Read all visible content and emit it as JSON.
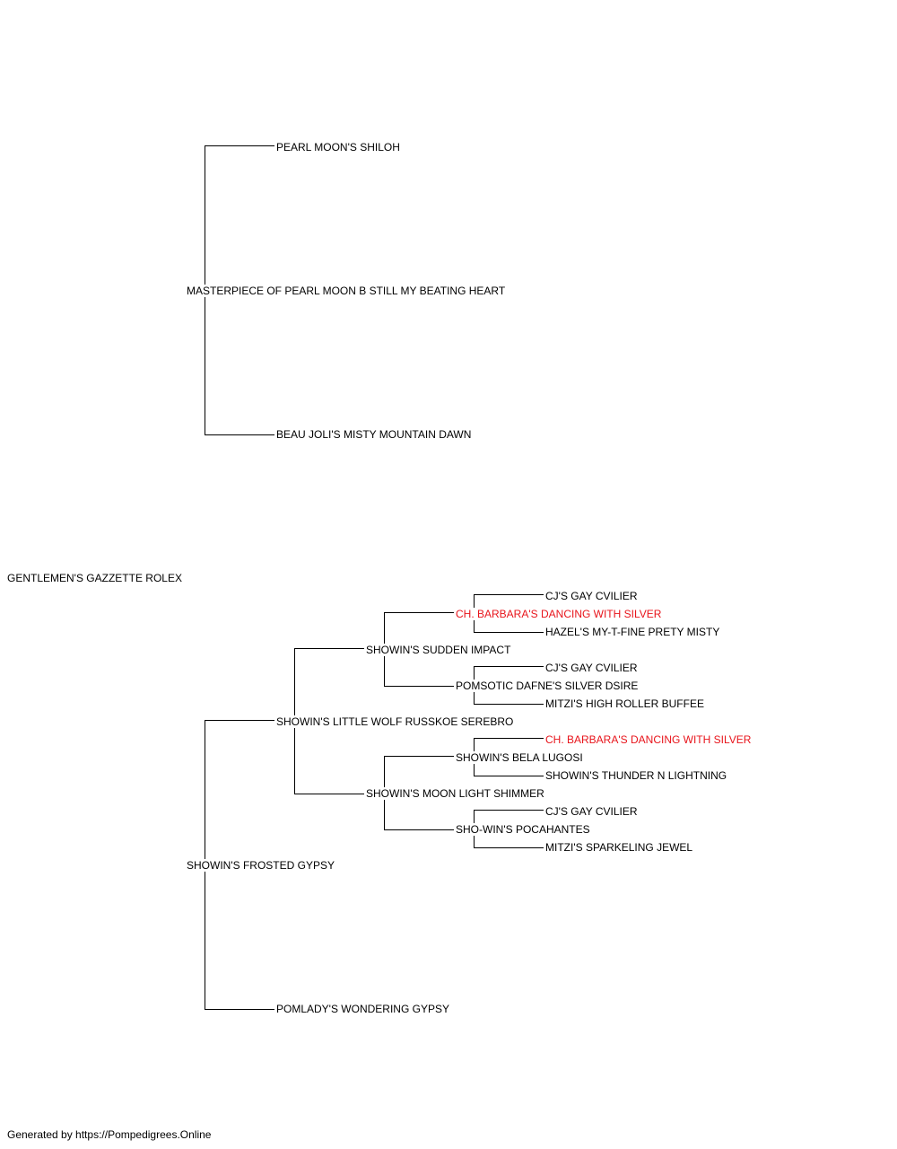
{
  "pedigree": {
    "subject": "GENTLEMEN'S GAZZETTE ROLEX",
    "sire": {
      "name": "MASTERPIECE OF PEARL MOON B STILL MY BEATING HEART",
      "sire": "PEARL MOON'S SHILOH",
      "dam": "BEAU JOLI'S MISTY MOUNTAIN DAWN"
    },
    "dam": {
      "name": "SHOWIN'S FROSTED GYPSY",
      "sire": {
        "name": "SHOWIN'S LITTLE WOLF RUSSKOE SEREBRO",
        "sire": {
          "name": "SHOWIN'S SUDDEN IMPACT",
          "sire": {
            "name": "CH. BARBARA'S DANCING WITH SILVER",
            "sire": "CJ'S GAY CVILIER",
            "dam": "HAZEL'S MY-T-FINE PRETY MISTY"
          },
          "dam": {
            "name": "POMSOTIC DAFNE'S SILVER DSIRE",
            "sire": "CJ'S GAY CVILIER",
            "dam": "MITZI'S HIGH ROLLER BUFFEE"
          }
        },
        "dam": {
          "name": "SHOWIN'S MOON LIGHT SHIMMER",
          "sire": {
            "name": "SHOWIN'S BELA LUGOSI",
            "sire": "CH. BARBARA'S DANCING WITH SILVER",
            "dam": "SHOWIN'S THUNDER N LIGHTNING"
          },
          "dam": {
            "name": "SHO-WIN'S POCAHANTES",
            "sire": "CJ'S GAY CVILIER",
            "dam": "MITZI'S SPARKELING JEWEL"
          }
        }
      },
      "dam": "POMLADY'S WONDERING GYPSY"
    }
  },
  "highlight_color": "#e8141b",
  "footer": "Generated by https://Pompedigrees.Online"
}
